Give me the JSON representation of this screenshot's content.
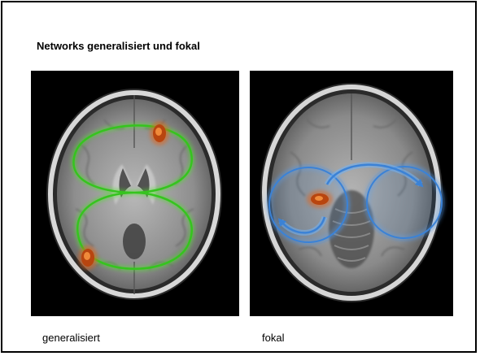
{
  "slide": {
    "title": "Networks generalisiert und fokal"
  },
  "panels": [
    {
      "caption": "generalisiert",
      "network_color": "#35c41e",
      "focus_color": "#e0651c"
    },
    {
      "caption": "fokal",
      "network_color": "#3b82d6",
      "focus_color": "#e0651c"
    }
  ]
}
